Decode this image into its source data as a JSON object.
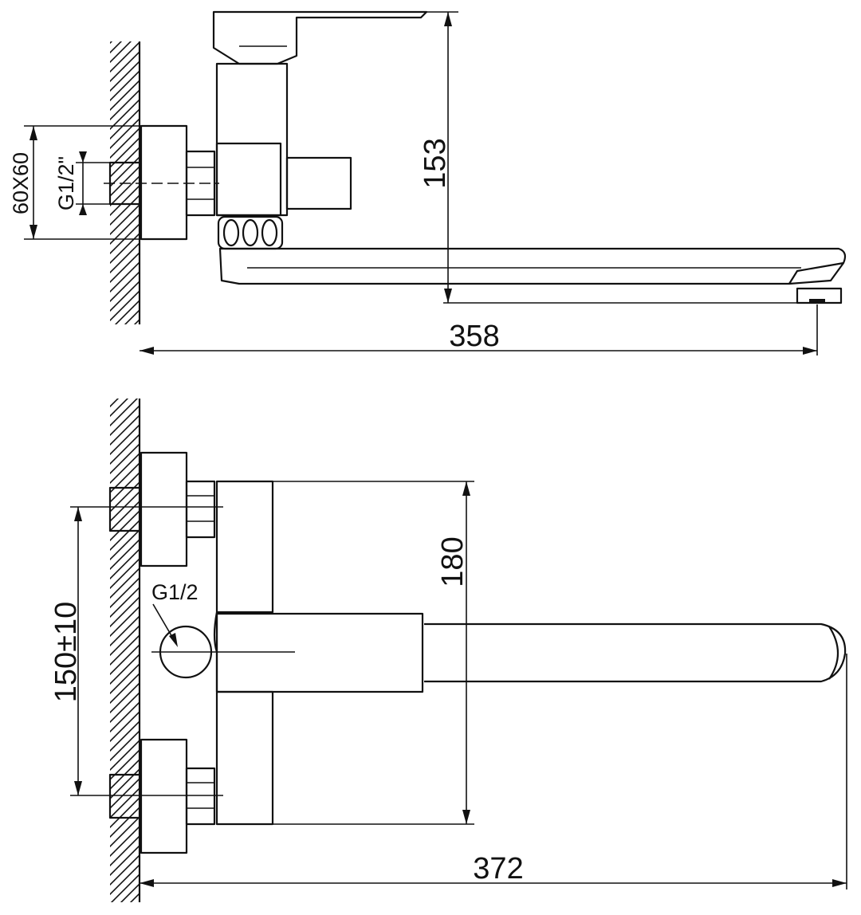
{
  "dimensions": {
    "side_height": "153",
    "side_length": "358",
    "flange_size": "60X60",
    "thread_side": "G1/2\"",
    "top_height": "180",
    "center_spacing": "150±10",
    "thread_top": "G1/2",
    "top_length": "372"
  }
}
